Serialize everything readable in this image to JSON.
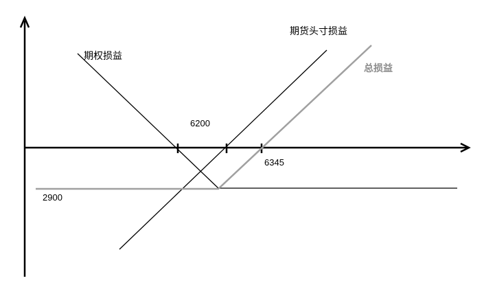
{
  "labels": {
    "option_pnl": "期权损益",
    "futures_pnl": "期货头寸损益",
    "total_pnl": "总损益",
    "tick_6200": "6200",
    "tick_6345": "6345",
    "level_2900": "2900"
  },
  "colors": {
    "axis": "#000000",
    "option_line": "#000000",
    "futures_line": "#000000",
    "total_line": "#a0a0a0",
    "total_label": "#8c8c8c"
  }
}
